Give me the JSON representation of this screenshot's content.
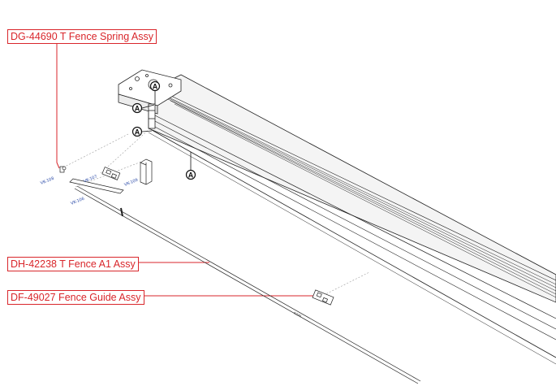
{
  "callouts": [
    {
      "id": "spring",
      "label": "DG-44690 T Fence Spring Assy"
    },
    {
      "id": "a1",
      "label": "DH-42238 T Fence A1 Assy"
    },
    {
      "id": "guide",
      "label": "DF-49027 Fence Guide Assy"
    }
  ],
  "detail_badge": "A",
  "part_refs": [
    "VK-108",
    "VK-107",
    "VK-109",
    "VK-106"
  ],
  "rail_marking": "6036",
  "colors": {
    "callout": "#d9262b",
    "part_ref": "#2a4aa8",
    "line": "#222222"
  }
}
